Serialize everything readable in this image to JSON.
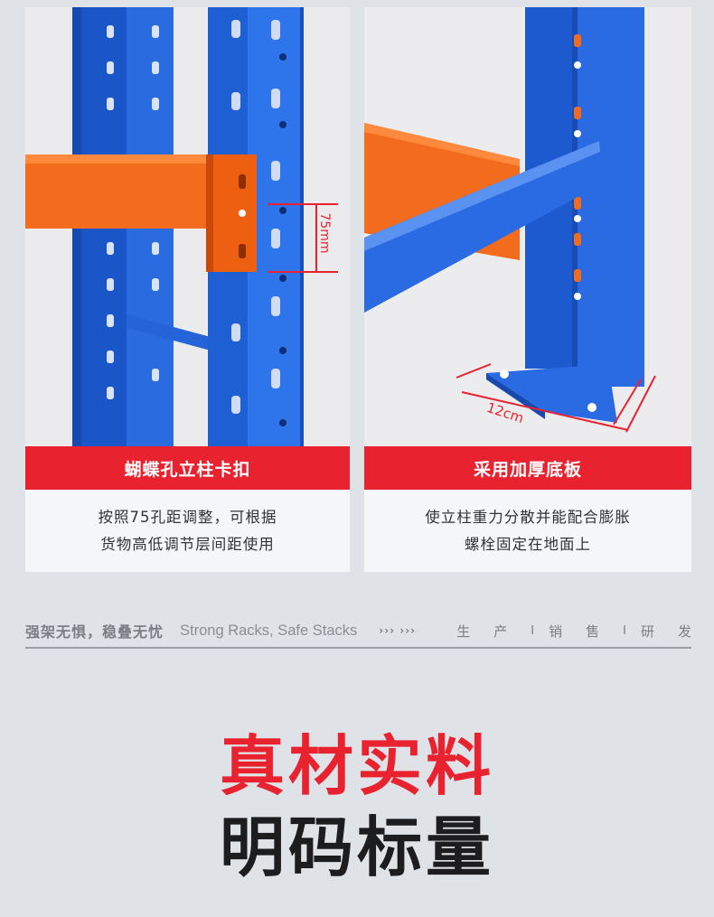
{
  "left_card": {
    "title": "蝴蝶孔立柱卡扣",
    "desc_line1": "按照75孔距调整，可根据",
    "desc_line2": "货物高低调节层间距使用",
    "dimension_label": "75mm"
  },
  "right_card": {
    "title": "采用加厚底板",
    "desc_line1": "使立柱重力分散并能配合膨胀",
    "desc_line2": "螺栓固定在地面上",
    "dimension_label": "12cm"
  },
  "strip": {
    "slogan_cn": "强架无惧，稳叠无忧",
    "slogan_en": "Strong Racks, Safe Stacks",
    "arrows": "››› ›››",
    "tags": [
      "生产",
      "销售",
      "研发"
    ],
    "separator": "I"
  },
  "headline": "真材实料",
  "subline": "明码标量",
  "colors": {
    "accent_red": "#e8232f",
    "rack_blue": "#1e5fd6",
    "beam_orange": "#f36b1c",
    "background": "#dfe2e7"
  }
}
